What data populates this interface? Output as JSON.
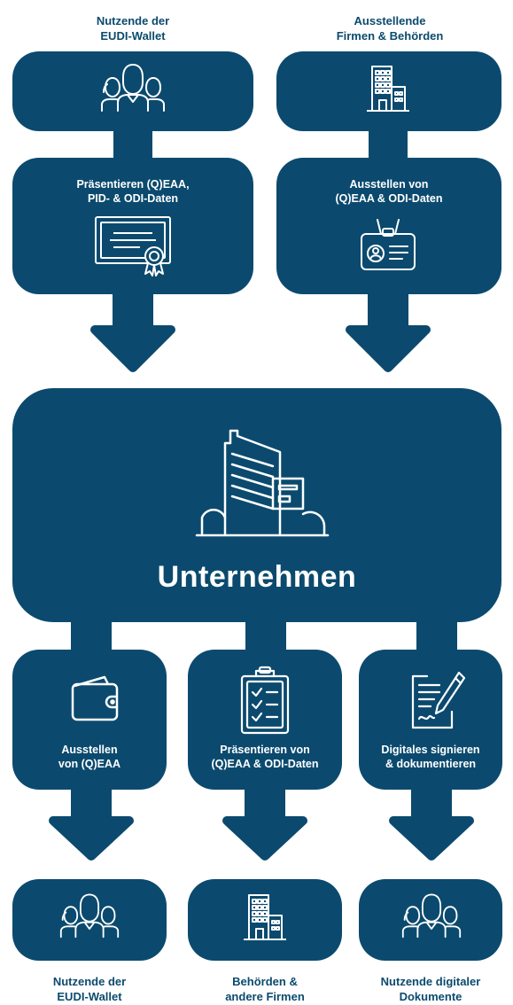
{
  "colors": {
    "box": "#0b4a6e",
    "label": "#0b4a6e",
    "icon": "#ffffff"
  },
  "top_labels": {
    "left": "Nutzende der\nEUDI-Wallet",
    "right": "Ausstellende\nFirmen & Behörden"
  },
  "top_boxes": {
    "left_action": "Präsentieren (Q)EAA,\nPID- & ODI-Daten",
    "right_action": "Ausstellen von\n(Q)EAA & ODI-Daten"
  },
  "center": {
    "title": "Unternehmen"
  },
  "bottom_actions": {
    "left": "Ausstellen\nvon (Q)EAA",
    "middle": "Präsentieren von\n(Q)EAA & ODI-Daten",
    "right": "Digitales signieren\n& dokumentieren"
  },
  "bottom_labels": {
    "left": "Nutzende der\nEUDI-Wallet",
    "middle": "Behörden &\nandere Firmen",
    "right": "Nutzende digitaler\nDokumente"
  },
  "icons": {
    "top_left": "users-group-icon",
    "top_right": "office-building-icon",
    "certificate": "certificate-icon",
    "id_badge": "id-badge-icon",
    "center": "corporate-building-icon",
    "wallet": "wallet-icon",
    "clipboard": "clipboard-checklist-icon",
    "contract": "contract-sign-icon",
    "bottom_left": "users-group-icon",
    "bottom_middle": "office-building-icon",
    "bottom_right": "users-group-icon"
  }
}
